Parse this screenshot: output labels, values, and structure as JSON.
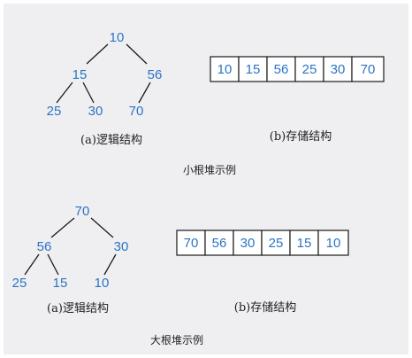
{
  "min_heap": {
    "tree_nodes": [
      "10",
      "15",
      "56",
      "25",
      "30",
      "70"
    ],
    "logical_caption": "(a)逻辑结构",
    "array_values": [
      "10",
      "15",
      "56",
      "25",
      "30",
      "70"
    ],
    "storage_caption": "(b)存储结构",
    "title": "小根堆示例"
  },
  "max_heap": {
    "tree_nodes": [
      "70",
      "56",
      "30",
      "25",
      "15",
      "10"
    ],
    "logical_caption": "(a)逻辑结构",
    "array_values": [
      "70",
      "56",
      "30",
      "25",
      "15",
      "10"
    ],
    "storage_caption": "(b)存储结构",
    "title": "大根堆示例"
  },
  "colors": {
    "node_text": "#2b74c4",
    "panel_bg": "#efeff1",
    "line": "#1a1a1a"
  }
}
